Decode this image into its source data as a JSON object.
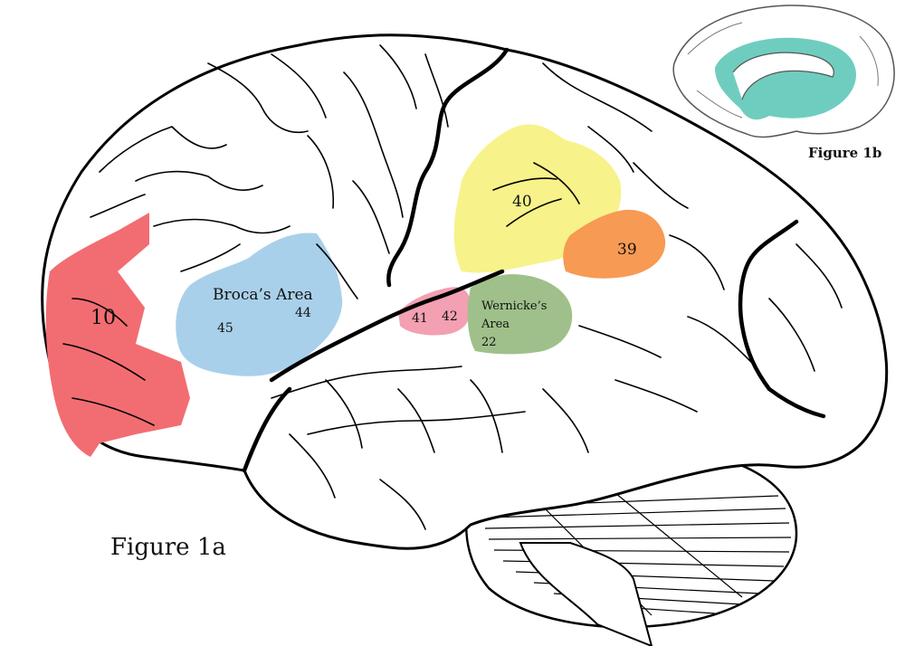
{
  "figure_labels": {
    "main": "Figure 1a",
    "inset": "Figure 1b"
  },
  "regions": {
    "area10": {
      "label": "10",
      "color": "#f26d72"
    },
    "broca": {
      "title": "Broca’s Area",
      "left_number": "45",
      "right_number": "44",
      "color": "#a9d0ea"
    },
    "area40": {
      "label": "40",
      "color": "#f7f28a"
    },
    "area39": {
      "label": "39",
      "color": "#f79a54"
    },
    "area41": {
      "label": "41",
      "color": "#f2a0b2"
    },
    "area42": {
      "label": "42",
      "color": "#f2a0b2"
    },
    "wernicke": {
      "title_line1": "Wernicke’s",
      "title_line2": "Area",
      "number": "22",
      "color": "#9fc08a"
    }
  },
  "inset_highlight_color": "#6fcdbf"
}
